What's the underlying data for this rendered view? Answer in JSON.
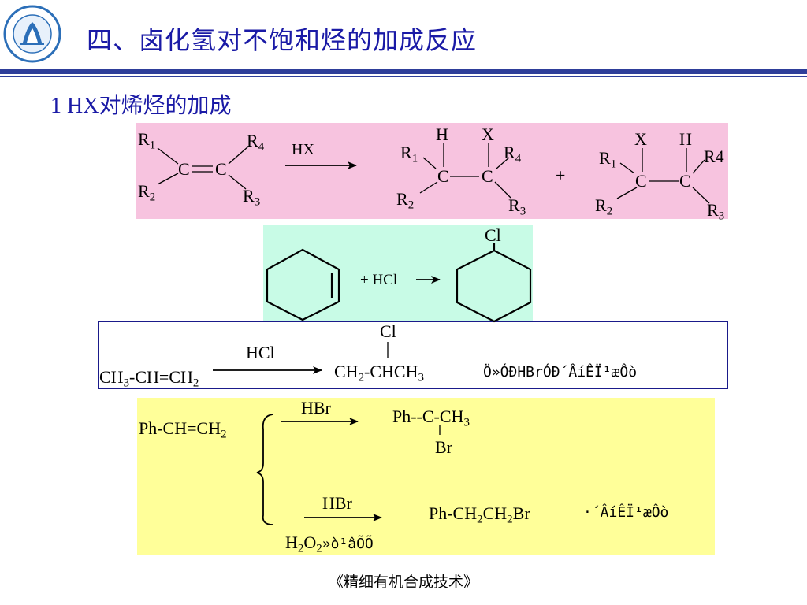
{
  "header": {
    "title": "四、卤化氢对不饱和烃的加成反应",
    "logo_icon": "school-seal-icon"
  },
  "section": {
    "subtitle": "1 HX对烯烃的加成"
  },
  "general_reaction": {
    "reactant": {
      "r1": "R",
      "r1_sub": "1",
      "r2": "R",
      "r2_sub": "2",
      "r3": "R",
      "r3_sub": "3",
      "r4": "R",
      "r4_sub": "4",
      "c1": "C",
      "c2": "C"
    },
    "reagent": "HX",
    "product1": {
      "h": "H",
      "x": "X",
      "r1": "R",
      "r1_sub": "1",
      "r2": "R",
      "r2_sub": "2",
      "r3": "R",
      "r3_sub": "3",
      "r4": "R",
      "r4_sub": "4",
      "c1": "C",
      "c2": "C"
    },
    "plus": "+",
    "product2": {
      "x": "X",
      "h": "H",
      "r1": "R",
      "r1_sub": "1",
      "r2": "R",
      "r2_sub": "2",
      "r3": "R",
      "r3_sub": "3",
      "r4": "R4",
      "c1": "C",
      "c2": "C"
    }
  },
  "cyclohexene_reaction": {
    "plus_reagent": "+ HCl",
    "product_substituent": "Cl"
  },
  "propene_reaction": {
    "reactant_pre": "CH",
    "reactant_sub1": "3",
    "reactant_mid": "-CH=CH",
    "reactant_sub2": "2",
    "reagent": "HCl",
    "product_top": "Cl",
    "product_pre": "CH",
    "product_sub1": "2",
    "product_mid": "-CHCH",
    "product_sub2": "3",
    "note": "Ö»ÓÐHBrÓÐ´ÂíÊÏ¹æÔò"
  },
  "styrene_reaction": {
    "reactant_pre": "Ph-CH=CH",
    "reactant_sub": "2",
    "upper_reagent": "HBr",
    "upper_product_pre": "Ph--C-CH",
    "upper_product_sub": "3",
    "upper_product_br": "Br",
    "lower_reagent": "HBr",
    "lower_product_pre": "Ph-CH",
    "lower_product_sub1": "2",
    "lower_product_mid": "CH",
    "lower_product_sub2": "2",
    "lower_product_post": "Br",
    "lower_note": "·´ÂíÊÏ¹æÔò",
    "condition_h": "H",
    "condition_sub1": "2",
    "condition_o": "O",
    "condition_sub2": "2",
    "condition_post": "»ò¹âÕÕ"
  },
  "footer": {
    "text": "《精细有机合成技术》"
  },
  "colors": {
    "title": "#1a1aa6",
    "rule": "#2e3e9a",
    "pink": "#f7c3df",
    "mint": "#c8fbe6",
    "yellow": "#ffff99"
  }
}
